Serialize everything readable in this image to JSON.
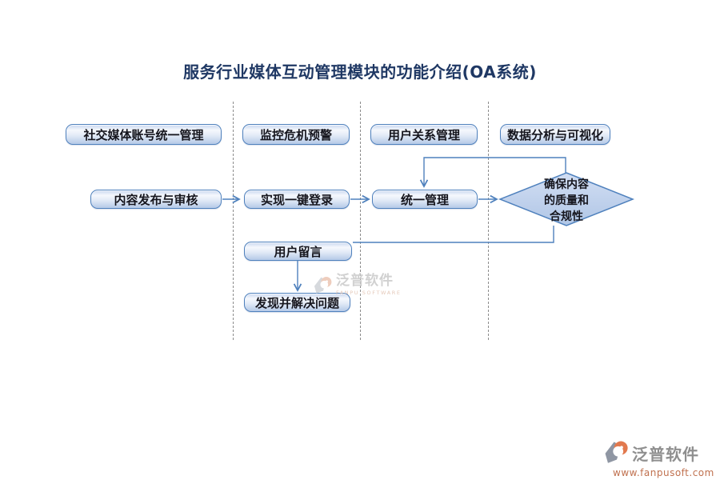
{
  "title": {
    "text": "服务行业媒体互动管理模块的功能介绍(OA系统)"
  },
  "nodes": {
    "social": {
      "label": "社交媒体账号统一管理"
    },
    "monitor": {
      "label": "监控危机预警"
    },
    "user_rel": {
      "label": "用户关系管理"
    },
    "data_viz": {
      "label": "数据分析与可视化"
    },
    "publish": {
      "label": "内容发布与审核"
    },
    "login": {
      "label": "实现一键登录"
    },
    "unified": {
      "label": "统一管理"
    },
    "decision": {
      "label": "确保内容\n的质量和\n合规性"
    },
    "message": {
      "label": "用户留言"
    },
    "solve": {
      "label": "发现并解决问题"
    }
  },
  "watermark": {
    "brand": "泛普软件",
    "brand_en": "FANPU SOFTWARE"
  },
  "footer": {
    "brand": "泛普软件",
    "url": "www.fanpusoft.com"
  },
  "colors": {
    "title_text": "#1f3864",
    "node_border": "#4f81bd",
    "node_fill_top": "#c8d6ef",
    "node_fill_bottom": "#b5c9e7",
    "connector": "#4f81bd",
    "lane_divider": "#8c8c8c",
    "footer_url": "#c0714f",
    "logo_orange": "#e2794e",
    "logo_gray": "#8f96a3"
  }
}
